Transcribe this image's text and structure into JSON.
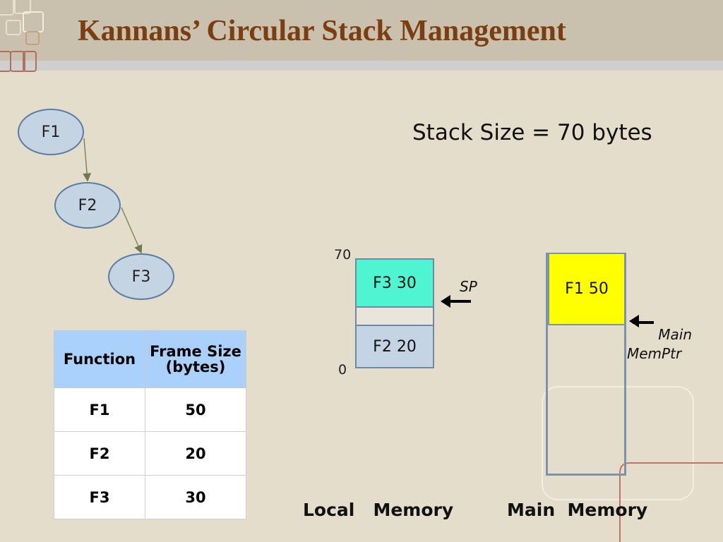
{
  "slide": {
    "title": "Kannans’ Circular Stack Management"
  },
  "call_graph": {
    "nodes": [
      "F1",
      "F2",
      "F3"
    ]
  },
  "stack_size_text": "Stack Size = 70 bytes",
  "local_memory": {
    "top_label": "70",
    "bottom_label": "0",
    "frames": [
      {
        "label": "F3 30",
        "color": "#4ff5d2"
      },
      {
        "label": "F2 20",
        "color": "#c5d4e3"
      }
    ],
    "pointer_label": "SP",
    "caption": "Local   Memory"
  },
  "main_memory": {
    "frames": [
      {
        "label": "F1 50",
        "color": "#ffff00"
      }
    ],
    "pointer_label_line1": "Main",
    "pointer_label_line2": "MemPtr",
    "caption": "Main  Memory"
  },
  "frame_table": {
    "headers": [
      "Function",
      "Frame Size (bytes)"
    ],
    "rows": [
      [
        "F1",
        "50"
      ],
      [
        "F2",
        "20"
      ],
      [
        "F3",
        "30"
      ]
    ]
  },
  "colors": {
    "title": "#7a3e10",
    "background": "#e5ddcb",
    "node_fill": "#c5d4e3",
    "table_header": "#a9d1fb"
  }
}
